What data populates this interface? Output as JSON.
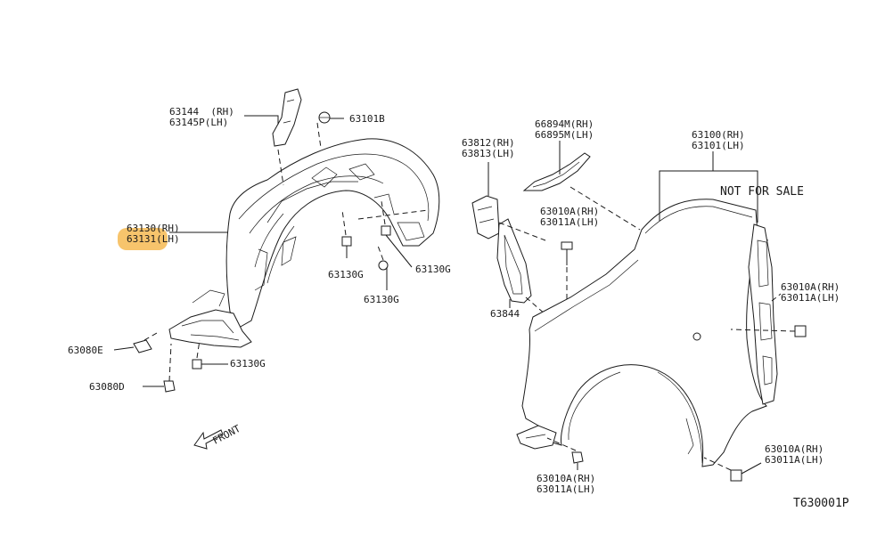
{
  "labels": {
    "p63144": "63144  (RH)",
    "p63145p": "63145P(LH)",
    "p63101b": "63101B",
    "p66894m": "66894M(RH)",
    "p66895m": "66895M(LH)",
    "p63100": "63100(RH)",
    "p63101": "63101(LH)",
    "not_for_sale": "NOT FOR SALE",
    "p63812": "63812(RH)",
    "p63813": "63813(LH)",
    "p63130": "63130(RH)",
    "p63131": "63131(LH)",
    "p63130g_a": "63130G",
    "p63130g_b": "63130G",
    "p63130g_c": "63130G",
    "p63130g_d": "63130G",
    "p63010a_1": "63010A(RH)",
    "p63011a_1": "63011A(LH)",
    "p63844": "63844",
    "p63010a_2": "63010A(RH)",
    "p63011a_2": "63011A(LH)",
    "p63080e": "63080E",
    "p63080d": "63080D",
    "front": "FRONT",
    "p63010a_3": "63010A(RH)",
    "p63011a_3": "63011A(LH)",
    "p63010a_4": "63010A(RH)",
    "p63011a_4": "63011A(LH)",
    "diagram_code": "T630001P"
  },
  "colors": {
    "highlight": "#f7c46c",
    "line": "#1a1a1a"
  }
}
